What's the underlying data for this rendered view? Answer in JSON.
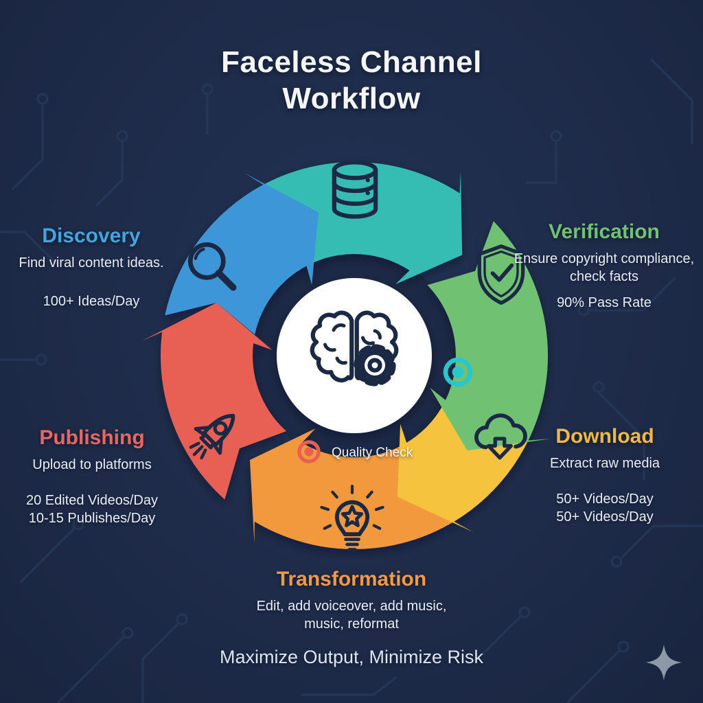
{
  "title": {
    "line1": "Faceless Channel",
    "line2": "Workflow"
  },
  "stages": {
    "discovery": {
      "title": "Discovery",
      "desc_lines": [
        "Find viral content ideas."
      ],
      "metrics": [
        "100+ Ideas/Day"
      ],
      "color": "#45a4de",
      "arrow": "#3e96d7",
      "icon": "magnifier-icon"
    },
    "verification": {
      "title": "Verification",
      "desc_lines": [
        "Ensure copyright compliance,",
        "check facts"
      ],
      "metrics": [
        "90% Pass Rate"
      ],
      "color": "#72c072",
      "arrow": "#70c172",
      "icon": "shield-check-icon"
    },
    "download": {
      "title": "Download",
      "desc_lines": [
        "Extract raw media"
      ],
      "metrics": [
        "50+ Videos/Day",
        "50+ Videos/Day"
      ],
      "color": "#f2b843",
      "arrow": "#f5c33e",
      "icon": "cloud-download-icon"
    },
    "transformation": {
      "title": "Transformation",
      "desc_lines": [
        "Edit, add voiceover, add music,",
        "music, reformat"
      ],
      "metrics": [],
      "color": "#f09a45",
      "arrow": "#f2993c",
      "icon": "lightbulb-icon"
    },
    "publishing": {
      "title": "Publishing",
      "desc_lines": [
        "Upload to platforms"
      ],
      "metrics": [
        "20 Edited Videos/Day",
        "10-15 Publishes/Day"
      ],
      "color": "#ec6560",
      "arrow": "#e85e52",
      "icon": "rocket-icon"
    }
  },
  "flow_connector": {
    "icon": "database-icon",
    "color": "#36bdb4"
  },
  "center": {
    "label": "Quality Check",
    "icon": "brain-gear-icon"
  },
  "footer": {
    "tagline": "Maximize Output, Minimize Risk"
  },
  "colors": {
    "background": "#1e2b49",
    "title_text": "#f4f6f9",
    "body_text": "#e9edf4",
    "icon_stroke": "#1c2945",
    "center_circle": "#ffffff",
    "quality_marker": "#e95f53",
    "checkpoint_marker": "#2cc5c9",
    "sparkle": "#8d98a8",
    "circuit_lines": "#2b3e60"
  }
}
